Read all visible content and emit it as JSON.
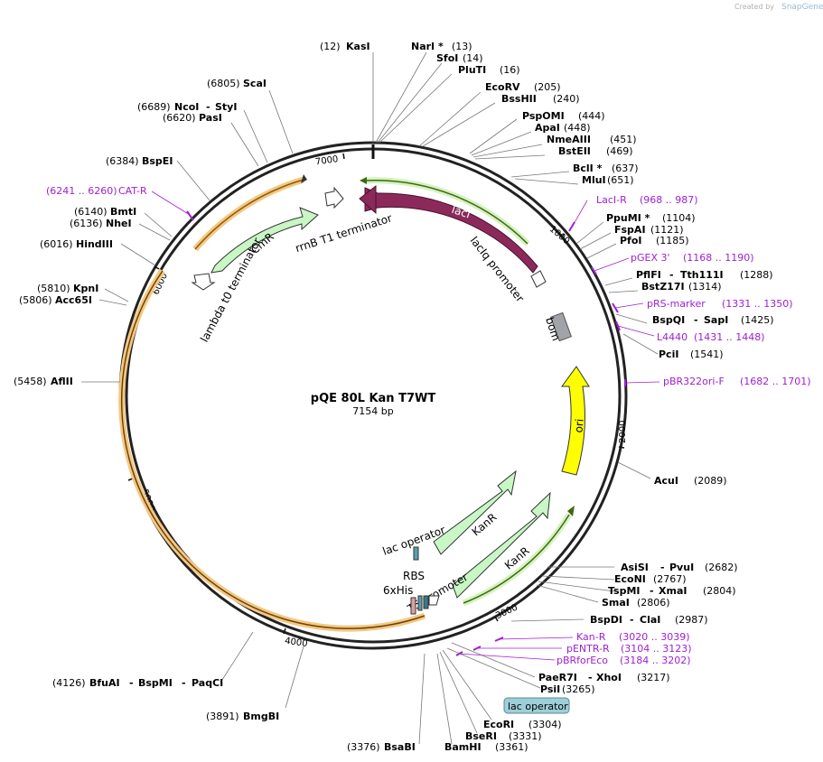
{
  "credit": {
    "created_by": "Created by",
    "brand": "SnapGene"
  },
  "plasmid": {
    "name": "pQE 80L Kan T7WT",
    "length": "7154 bp"
  },
  "ticks": [
    "7000",
    "1000",
    "2000",
    "3000",
    "4000",
    "5000",
    "6000"
  ],
  "features": {
    "laci": "lacI",
    "cmr": "CmR",
    "rrnb": "rrnB T1 terminator",
    "lambda": "lambda t0 terminator",
    "laciq": "lacIq promoter",
    "bom": "bom",
    "ori": "ori",
    "kanr_outer": "KanR",
    "kanr_inner": "KanR",
    "lac_operator": "lac operator",
    "t5": "T5 promoter",
    "rbs": "RBS",
    "his": "6xHis"
  },
  "boxed_label": "lac operator",
  "sites_top": [
    {
      "pos": "(12)",
      "name": "KasI"
    },
    {
      "name": "NarI *",
      "pos": "(13)"
    },
    {
      "name": "SfoI",
      "pos": "(14)"
    },
    {
      "name": "PluTI",
      "pos": "(16)"
    },
    {
      "name": "EcoRV",
      "pos": "(205)"
    },
    {
      "name": "BssHII",
      "pos": "(240)"
    },
    {
      "name": "PspOMI",
      "pos": "(444)"
    },
    {
      "name": "ApaI",
      "pos": "(448)"
    },
    {
      "name": "NmeAIII",
      "pos": "(451)"
    },
    {
      "name": "BstEII",
      "pos": "(469)"
    },
    {
      "name": "BclI *",
      "pos": "(637)"
    },
    {
      "name": "MluI",
      "pos": "(651)"
    }
  ],
  "sites_right": [
    {
      "name": "PpuMI *",
      "pos": "(1104)"
    },
    {
      "name": "FspAI",
      "pos": "(1121)"
    },
    {
      "name": "PfoI",
      "pos": "(1185)"
    },
    {
      "name": "PflFI",
      "sep": "-",
      "name2": "Tth111I",
      "pos": "(1288)"
    },
    {
      "name": "BstZ17I",
      "pos": "(1314)"
    },
    {
      "name": "BspQI",
      "sep": "-",
      "name2": "SapI",
      "pos": "(1425)"
    },
    {
      "name": "PciI",
      "pos": "(1541)"
    },
    {
      "name": "AcuI",
      "pos": "(2089)"
    },
    {
      "name": "AsiSI",
      "sep": "-",
      "name2": "PvuI",
      "pos": "(2682)"
    },
    {
      "name": "EcoNI",
      "pos": "(2767)"
    },
    {
      "name": "TspMI",
      "sep": "-",
      "name2": "XmaI",
      "pos": "(2804)"
    },
    {
      "name": "SmaI",
      "pos": "(2806)"
    },
    {
      "name": "BspDI",
      "sep": "-",
      "name2": "ClaI",
      "pos": "(2987)"
    },
    {
      "name": "PaeR7I",
      "sep": "-",
      "name2": "XhoI",
      "pos": "(3217)"
    },
    {
      "name": "PsiI",
      "pos": "(3265)"
    },
    {
      "name": "EcoRI",
      "pos": "(3304)"
    },
    {
      "name": "BseRI",
      "pos": "(3331)"
    },
    {
      "name": "BamHI",
      "pos": "(3361)"
    },
    {
      "pos": "(3376)",
      "name": "BsaBI"
    }
  ],
  "sites_left": [
    {
      "pos": "(6805)",
      "name": "ScaI"
    },
    {
      "pos": "(6689)",
      "name": "NcoI",
      "sep": "-",
      "name2": "StyI"
    },
    {
      "pos": "(6620)",
      "name": "PasI"
    },
    {
      "pos": "(6384)",
      "name": "BspEI"
    },
    {
      "pos": "(6140)",
      "name": "BmtI"
    },
    {
      "pos": "(6136)",
      "name": "NheI"
    },
    {
      "pos": "(6016)",
      "name": "HindIII"
    },
    {
      "pos": "(5810)",
      "name": "KpnI"
    },
    {
      "pos": "(5806)",
      "name": "Acc65I"
    },
    {
      "pos": "(5458)",
      "name": "AflII"
    },
    {
      "pos": "(4126)",
      "name": "BfuAI",
      "sep": "-",
      "name2": "BspMI",
      "sep2": "-",
      "name3": "PaqCI"
    },
    {
      "pos": "(3891)",
      "name": "BmgBI"
    }
  ],
  "primers": [
    {
      "name": "CAT-R",
      "range": "(6241 .. 6260)"
    },
    {
      "name": "LacI-R",
      "range": "(968 .. 987)"
    },
    {
      "name": "pGEX 3'",
      "range": "(1168 .. 1190)"
    },
    {
      "name": "pRS-marker",
      "range": "(1331 .. 1350)"
    },
    {
      "name": "L4440",
      "range": "(1431 .. 1448)"
    },
    {
      "name": "pBR322ori-F",
      "range": "(1682 .. 1701)"
    },
    {
      "name": "Kan-R",
      "range": "(3020 .. 3039)"
    },
    {
      "name": "pENTR-R",
      "range": "(3104 .. 3123)"
    },
    {
      "name": "pBRforEco",
      "range": "(3184 .. 3202)"
    }
  ],
  "colors": {
    "laci": "#8b2a5a",
    "cmr": "#c8f7c5",
    "ori": "#ffff00",
    "bom": "#a0a4a8",
    "primer": "#a020d0",
    "orange_arc": "#f0a030",
    "green_arc": "#7ac143",
    "boxed_fill": "#9ecfd8"
  }
}
